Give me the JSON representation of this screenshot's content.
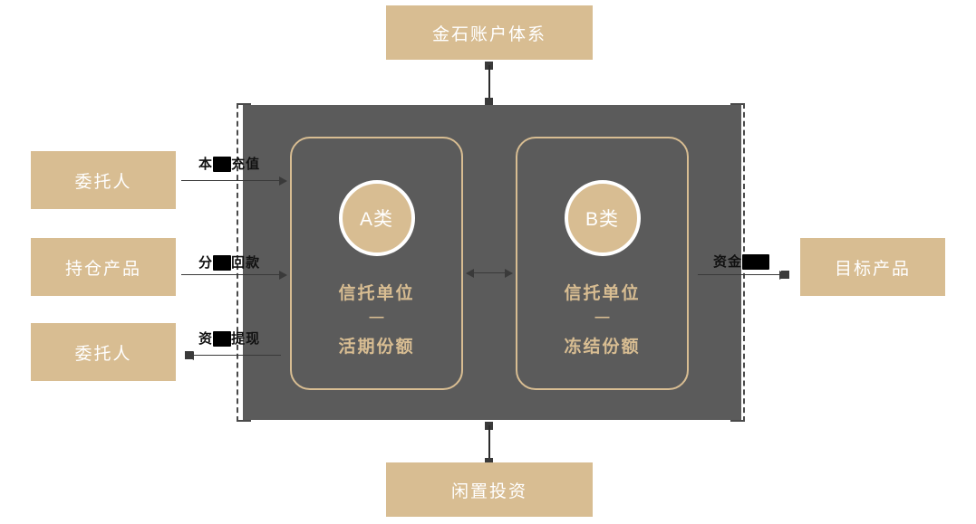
{
  "diagram": {
    "title_box": {
      "label": "金石账户体系"
    },
    "bottom_box": {
      "label": "闲置投资"
    },
    "left_boxes": [
      {
        "label": "委托人"
      },
      {
        "label": "持仓产品"
      },
      {
        "label": "委托人"
      }
    ],
    "right_boxes": [
      {
        "label": "目标产品"
      }
    ],
    "accounts": [
      {
        "circle": "A类",
        "line1": "信托单位",
        "divider": "—",
        "line2": "活期份额"
      },
      {
        "circle": "B类",
        "line1": "信托单位",
        "divider": "—",
        "line2": "冻结份额"
      }
    ],
    "flows": [
      {
        "prefix": "本",
        "redacted": "■■",
        "suffix": "充值",
        "direction": "right"
      },
      {
        "prefix": "分",
        "redacted": "■■",
        "suffix": "回款",
        "direction": "right"
      },
      {
        "prefix": "资",
        "redacted": "■■",
        "suffix": "提现",
        "direction": "left"
      },
      {
        "prefix": "资金",
        "redacted": "■■■",
        "suffix": "",
        "direction": "right"
      }
    ],
    "colors": {
      "tan": "#d8bd92",
      "panel_grey": "#5b5b5b",
      "connector": "#3a3a3a",
      "text_white": "#ffffff"
    }
  }
}
